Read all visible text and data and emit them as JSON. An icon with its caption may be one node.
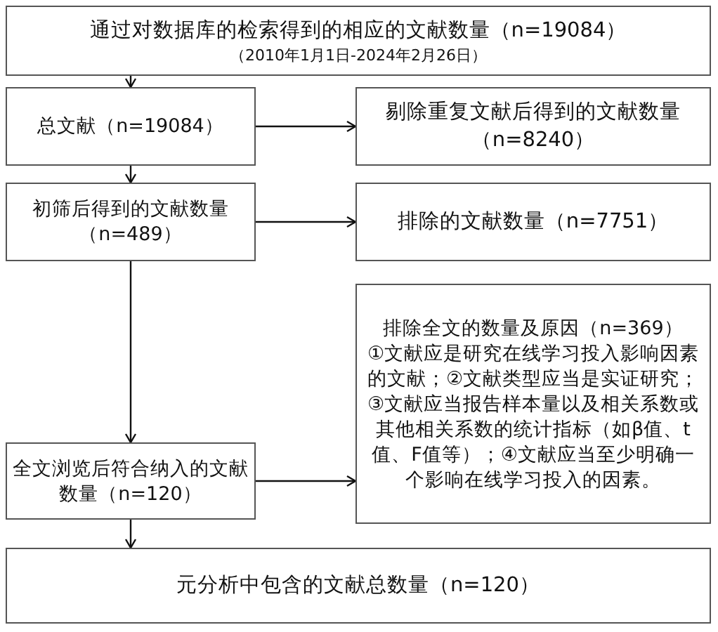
{
  "diagram": {
    "nodes": [
      {
        "text": [
          "通过对数据库的检索得到的相应的文献数量（n=19084）",
          "（2010年1月1日-2024年2月26日）"
        ]
      },
      {
        "text": [
          "总文献（n=19084）"
        ]
      },
      {
        "text": [
          "剔除重复文献后得到的文献数量（n=8240）"
        ]
      },
      {
        "text": [
          "初筛后得到的文献数量（n=489）"
        ]
      },
      {
        "text": [
          "排除的文献数量（n=7751）"
        ]
      },
      {
        "text": [
          "排除全文的数量及原因（n=369）",
          "①文献应是研究在线学习投入影响因素的文献；②文献类型应当是实证研究；③文献应当报告样本量以及相关系数或其他相关系数的统计指标（如β值、t值、F值等）；④文献应当至少明确一个影响在线学习投入的因素。"
        ]
      },
      {
        "text": [
          "全文浏览后符合纳入的文献数量（n=120）"
        ]
      },
      {
        "text": [
          "元分析中包含的文献总数量（n=120）"
        ]
      }
    ],
    "edges": [
      {
        "from": 0,
        "to": 1,
        "arrow": "to"
      },
      {
        "from": 1,
        "to": 2,
        "arrow": "to"
      },
      {
        "from": 1,
        "to": 3,
        "arrow": "to"
      },
      {
        "from": 3,
        "to": 4,
        "arrow": "to"
      },
      {
        "from": 3,
        "to": 6,
        "arrow": "to"
      },
      {
        "from": 6,
        "to": 5,
        "arrow": "to"
      },
      {
        "from": 6,
        "to": 7,
        "arrow": "to"
      }
    ]
  }
}
